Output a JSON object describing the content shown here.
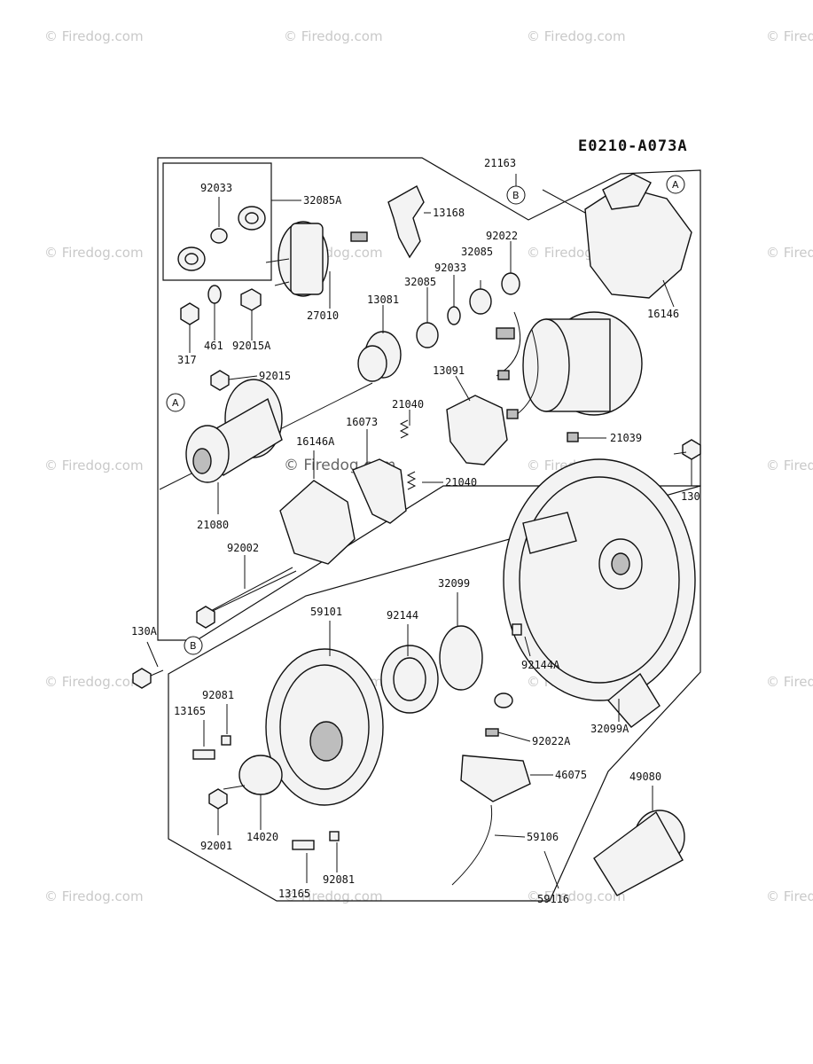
{
  "diagram": {
    "code": "E0210-A073A",
    "watermark_text": "© Firedog.com",
    "callouts": {
      "a": "A",
      "b": "B"
    },
    "labels": {
      "p92033a": "92033",
      "p32085a": "32085A",
      "p13168": "13168",
      "p21163": "21163",
      "p92022": "92022",
      "p32085": "32085",
      "p92033b": "92033",
      "p32085b": "32085",
      "p16146": "16146",
      "p27010": "27010",
      "p13081": "13081",
      "p317": "317",
      "p461": "461",
      "p92015a": "92015A",
      "p92015": "92015",
      "p13091": "13091",
      "p21040a": "21040",
      "p16073": "16073",
      "p16146a": "16146A",
      "p21039": "21039",
      "p21040b": "21040",
      "p21080": "21080",
      "p92002": "92002",
      "p130": "130",
      "p59101": "59101",
      "p92144": "92144",
      "p32099": "32099",
      "p130a": "130A",
      "p92144a": "92144A",
      "p92081a": "92081",
      "p13165a": "13165",
      "p32099a": "32099A",
      "p92022a": "92022A",
      "p46075": "46075",
      "p49080": "49080",
      "p92001": "92001",
      "p14020": "14020",
      "p59106": "59106",
      "p92081b": "92081",
      "p13165b": "13165",
      "p59116": "59116"
    }
  }
}
